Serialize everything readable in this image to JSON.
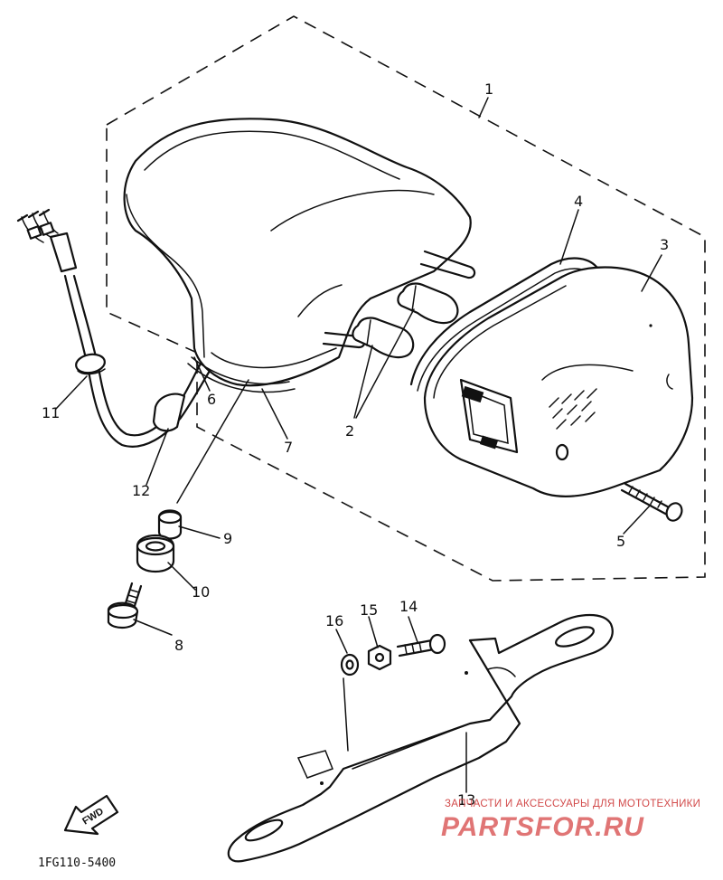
{
  "diagram": {
    "callouts": [
      {
        "id": "1",
        "label": "1"
      },
      {
        "id": "2",
        "label": "2"
      },
      {
        "id": "3",
        "label": "3"
      },
      {
        "id": "4",
        "label": "4"
      },
      {
        "id": "5",
        "label": "5"
      },
      {
        "id": "6",
        "label": "6"
      },
      {
        "id": "7",
        "label": "7"
      },
      {
        "id": "8",
        "label": "8"
      },
      {
        "id": "9",
        "label": "9"
      },
      {
        "id": "10",
        "label": "10"
      },
      {
        "id": "11",
        "label": "11"
      },
      {
        "id": "12",
        "label": "12"
      },
      {
        "id": "13",
        "label": "13"
      },
      {
        "id": "14",
        "label": "14"
      },
      {
        "id": "15",
        "label": "15"
      },
      {
        "id": "16",
        "label": "16"
      }
    ],
    "diagram_code": "1FG110-5400",
    "direction_marker": "FWD"
  },
  "watermark": {
    "tagline": "ЗАПЧАСТИ И АКСЕССУАРЫ ДЛЯ МОТОТЕХНИКИ",
    "brand": "PARTSFOR.RU",
    "color": "#e07575"
  }
}
